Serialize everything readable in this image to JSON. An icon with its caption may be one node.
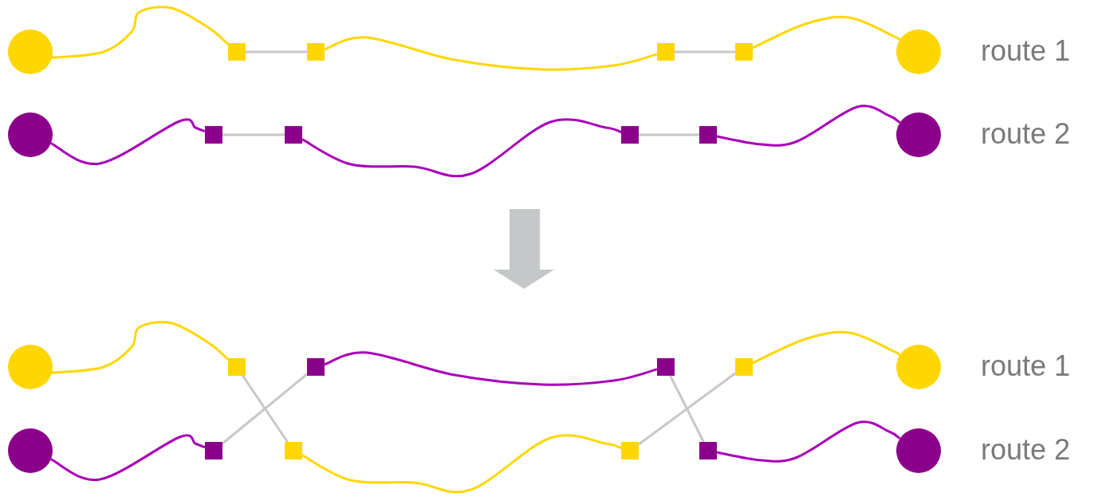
{
  "diagram": {
    "nodes": [
      {
        "text": [],
        "shape": "circle"
      },
      {
        "text": [],
        "shape": "box"
      },
      {
        "text": [],
        "shape": "box"
      },
      {
        "text": [],
        "shape": "box"
      },
      {
        "text": [],
        "shape": "box"
      },
      {
        "text": [],
        "shape": "circle"
      },
      {
        "text": [],
        "shape": "circle"
      },
      {
        "text": [],
        "shape": "box"
      },
      {
        "text": [],
        "shape": "box"
      },
      {
        "text": [],
        "shape": "box"
      },
      {
        "text": [],
        "shape": "box"
      },
      {
        "text": [],
        "shape": "circle"
      },
      {
        "text": [],
        "shape": "circle"
      },
      {
        "text": [],
        "shape": "box"
      },
      {
        "text": [],
        "shape": "box"
      },
      {
        "text": [],
        "shape": "box"
      },
      {
        "text": [],
        "shape": "box"
      },
      {
        "text": [],
        "shape": "circle"
      },
      {
        "text": [],
        "shape": "circle"
      },
      {
        "text": [],
        "shape": "box"
      },
      {
        "text": [],
        "shape": "box"
      },
      {
        "text": [],
        "shape": "box"
      },
      {
        "text": [],
        "shape": "box"
      },
      {
        "text": [],
        "shape": "circle"
      }
    ],
    "edges": [
      {
        "from": 0,
        "to": 1,
        "arrow": "none",
        "color": "#ffd700"
      },
      {
        "from": 1,
        "to": 2,
        "arrow": "none",
        "color": "#c8c8c8"
      },
      {
        "from": 2,
        "to": 3,
        "arrow": "none",
        "color": "#ffd700"
      },
      {
        "from": 3,
        "to": 4,
        "arrow": "none",
        "color": "#c8c8c8"
      },
      {
        "from": 4,
        "to": 5,
        "arrow": "none",
        "color": "#ffd700"
      },
      {
        "from": 6,
        "to": 7,
        "arrow": "none",
        "color": "#a800b8"
      },
      {
        "from": 7,
        "to": 8,
        "arrow": "none",
        "color": "#c8c8c8"
      },
      {
        "from": 8,
        "to": 9,
        "arrow": "none",
        "color": "#a800b8"
      },
      {
        "from": 9,
        "to": 10,
        "arrow": "none",
        "color": "#c8c8c8"
      },
      {
        "from": 10,
        "to": 11,
        "arrow": "none",
        "color": "#a800b8"
      },
      {
        "from": 12,
        "to": 13,
        "arrow": "none",
        "color": "#ffd700"
      },
      {
        "from": 13,
        "to": 20,
        "arrow": "none",
        "color": "#c8c8c8"
      },
      {
        "from": 20,
        "to": 21,
        "arrow": "none",
        "color": "#ffd700"
      },
      {
        "from": 21,
        "to": 16,
        "arrow": "none",
        "color": "#c8c8c8"
      },
      {
        "from": 16,
        "to": 17,
        "arrow": "none",
        "color": "#ffd700"
      },
      {
        "from": 18,
        "to": 19,
        "arrow": "none",
        "color": "#a800b8"
      },
      {
        "from": 19,
        "to": 14,
        "arrow": "none",
        "color": "#c8c8c8"
      },
      {
        "from": 14,
        "to": 15,
        "arrow": "none",
        "color": "#a800b8"
      },
      {
        "from": 15,
        "to": 22,
        "arrow": "none",
        "color": "#c8c8c8"
      },
      {
        "from": 22,
        "to": 23,
        "arrow": "none",
        "color": "#a800b8"
      }
    ],
    "labels": [
      "route 1",
      "route 2",
      "route 1",
      "route 2"
    ]
  }
}
